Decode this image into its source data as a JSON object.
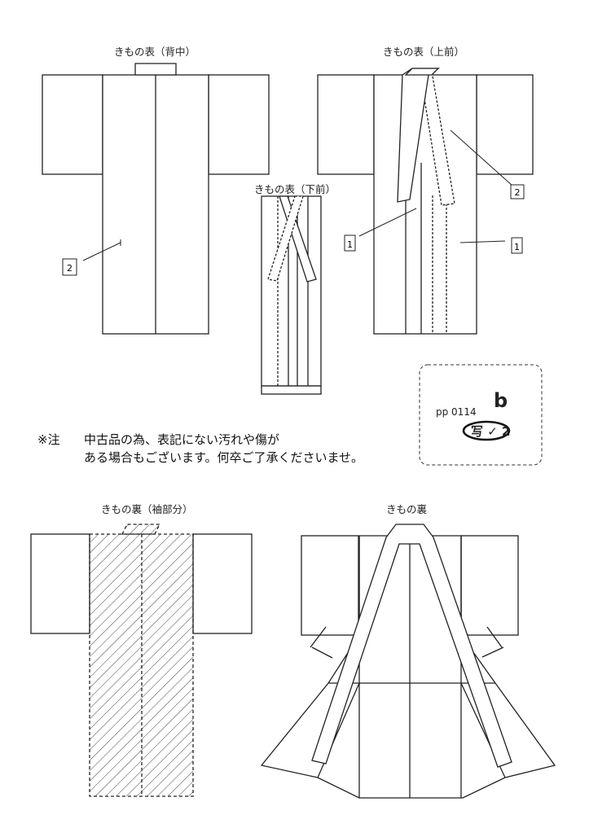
{
  "diagrams": {
    "back": "きもの表（背中）",
    "upper_front": "きもの表（上前）",
    "lower_front": "きもの表（下前）",
    "lining_sleeve": "きもの裏（袖部分）",
    "lining": "きもの裏"
  },
  "markers": {
    "back_2": "2",
    "upper_1_left": "1",
    "upper_1_right": "1",
    "upper_2": "2"
  },
  "note": {
    "mark": "※注",
    "line1": "中古品の為、表記にない汚れや傷が",
    "line2": "ある場合もございます。何卒ご了承くださいませ。"
  },
  "stamp": {
    "code": "pp 0114",
    "suffix": "b",
    "handwritten": "写 ✓ 2"
  }
}
